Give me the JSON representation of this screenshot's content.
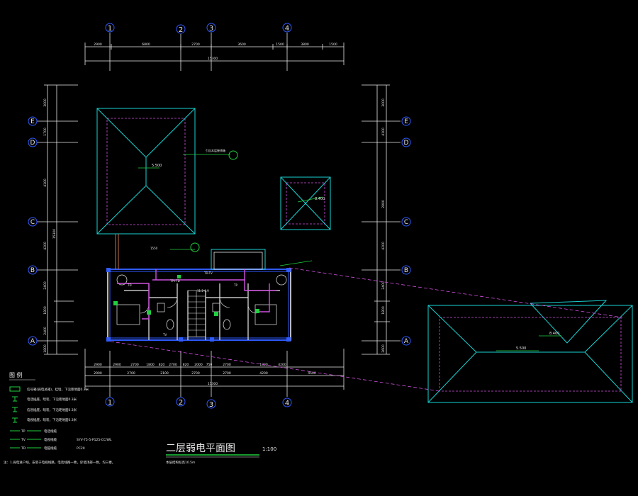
{
  "drawing": {
    "title": "二层弱电平面图",
    "scale": "1:100",
    "elevation_note": "本层结构标高10.5m",
    "legend_title": "图 例",
    "legend_items": [
      {
        "symbol": "box",
        "label": "信号箱(弱电总箱)，挂墙，下沿距地面0.3米"
      },
      {
        "symbol": "phone",
        "label": "电话插座，暗装，下沿距地面0.3米"
      },
      {
        "symbol": "net",
        "label": "信息插座，暗装，下沿距地面0.3米"
      },
      {
        "symbol": "tv",
        "label": "电视插座，暗装，下沿距地面0.3米"
      }
    ],
    "line_legend": [
      {
        "code": "TP",
        "label": "电话线缆"
      },
      {
        "code": "TV",
        "label": "电视线缆",
        "spec": "SYV-75-5-P125-CC/WL"
      },
      {
        "code": "TD",
        "label": "电脑线缆",
        "spec": "PC20"
      }
    ],
    "note": "注：1.弱电进户线，安装于电视线路，电话线路一致，穿墙顶部一致，均三楼。",
    "column_axes": [
      "1",
      "2",
      "3",
      "4"
    ],
    "row_axes": [
      "A",
      "B",
      "C",
      "D",
      "E"
    ],
    "top_dims": [
      "2900",
      "6800",
      "2700",
      "3600",
      "1500",
      "3800",
      "1500"
    ],
    "top_total": "15300",
    "bottom_dims_1": [
      "2900",
      "2900",
      "2700",
      "1800",
      "820",
      "2700",
      "820",
      "2000",
      "750",
      "2700",
      "1800",
      "4200"
    ],
    "bottom_dims_2": [
      "2900",
      "2700",
      "2100",
      "2700",
      "2700",
      "4200",
      "4500"
    ],
    "bottom_total": "15300",
    "left_dims": [
      "3000",
      "1700",
      "4100",
      "4200",
      "2400",
      "1800",
      "2400",
      "1800"
    ],
    "left_total": "15300",
    "right_dims": [
      "3000",
      "4100",
      "2800",
      "4200",
      "2400",
      "1800",
      "2600"
    ],
    "roof_labels": [
      "5.500",
      "5.500",
      "8.400",
      "8.400"
    ],
    "tags": [
      "1550",
      "TP+TD",
      "TD-TV",
      "TD",
      "TP",
      "TV",
      "11.2-0.9"
    ],
    "callout": "引自本层接线箱"
  },
  "colors": {
    "background": "#000000",
    "axis_blue": "#2f5bff",
    "cyan": "#19d3d3",
    "dim_white": "#e8e8e8",
    "magenta": "#d050e0",
    "green": "#20d040"
  }
}
